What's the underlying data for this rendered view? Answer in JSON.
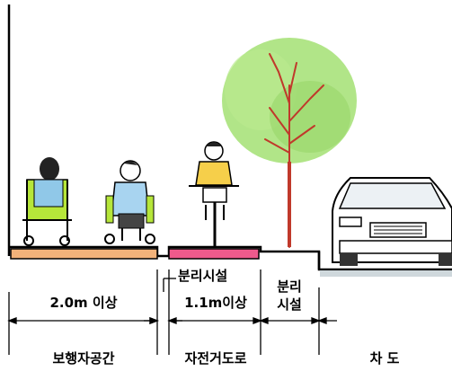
{
  "labels": {
    "separator_label": "분리시설",
    "separator_label_2_line1": "분리",
    "separator_label_2_line2": "시설",
    "ped_width": "2.0m 이상",
    "bike_width": "1.1m이상"
  },
  "zones": {
    "pedestrian": "보행자공간",
    "bicycle": "자전거도로",
    "roadway": "차 도"
  },
  "colors": {
    "sidewalk": "#f2b27a",
    "bike_lane": "#ee5a8c",
    "tree_foliage": "#a9e27b",
    "tree_trunk": "#c0392b",
    "wheelchair_frame": "#b6e63a",
    "cyclist_shirt": "#f6cf4a",
    "person_shirt": "#a8d4f0",
    "ground_line": "#000000",
    "road_surface": "#cfd8dc"
  },
  "icons": [
    "wheelchair-user-icon",
    "wheelchair-user-icon",
    "cyclist-icon",
    "tree-icon",
    "car-icon"
  ]
}
